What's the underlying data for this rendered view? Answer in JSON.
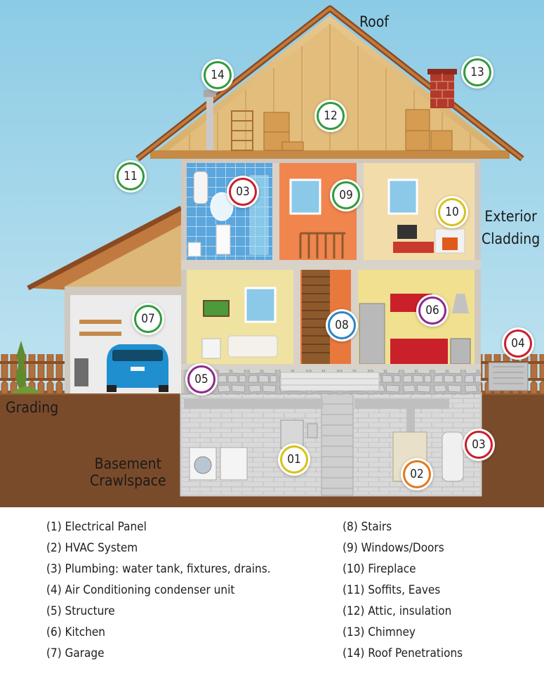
{
  "labels": {
    "roof": "Roof",
    "exterior_cladding_line1": "Exterior",
    "exterior_cladding_line2": "Cladding",
    "grading": "Grading",
    "basement_line1": "Basement",
    "basement_line2": "Crawlspace"
  },
  "badges": [
    {
      "id": "01",
      "color": "#d6c21a"
    },
    {
      "id": "02",
      "color": "#e07a1f"
    },
    {
      "id": "03",
      "color": "#c8202b"
    },
    {
      "id": "03",
      "color": "#c8202b"
    },
    {
      "id": "04",
      "color": "#c8202b"
    },
    {
      "id": "05",
      "color": "#8e2a8c"
    },
    {
      "id": "06",
      "color": "#8e2a8c"
    },
    {
      "id": "07",
      "color": "#2f9c3c"
    },
    {
      "id": "08",
      "color": "#2a86c8"
    },
    {
      "id": "09",
      "color": "#2f9c3c"
    },
    {
      "id": "10",
      "color": "#d6c21a"
    },
    {
      "id": "11",
      "color": "#2f9c3c"
    },
    {
      "id": "12",
      "color": "#2f9c3c"
    },
    {
      "id": "13",
      "color": "#2f9c3c"
    },
    {
      "id": "14",
      "color": "#2f9c3c"
    }
  ],
  "legend": {
    "left": [
      "(1) Electrical Panel",
      "(2) HVAC System",
      "(3) Plumbing: water tank, fixtures, drains.",
      "(4) Air Conditioning condenser unit",
      "(5) Structure",
      "(6) Kitchen",
      "(7) Garage"
    ],
    "right": [
      "(8)  Stairs",
      "(9)  Windows/Doors",
      "(10) Fireplace",
      "(11) Soffits, Eaves",
      "(12) Attic, insulation",
      "(13) Chimney",
      "(14) Roof Penetrations"
    ]
  },
  "colors": {
    "sky": "#9fd4ea",
    "ground": "#7a4b2a",
    "roof": "#c5903d",
    "wall_exterior": "#cfc9c0"
  }
}
